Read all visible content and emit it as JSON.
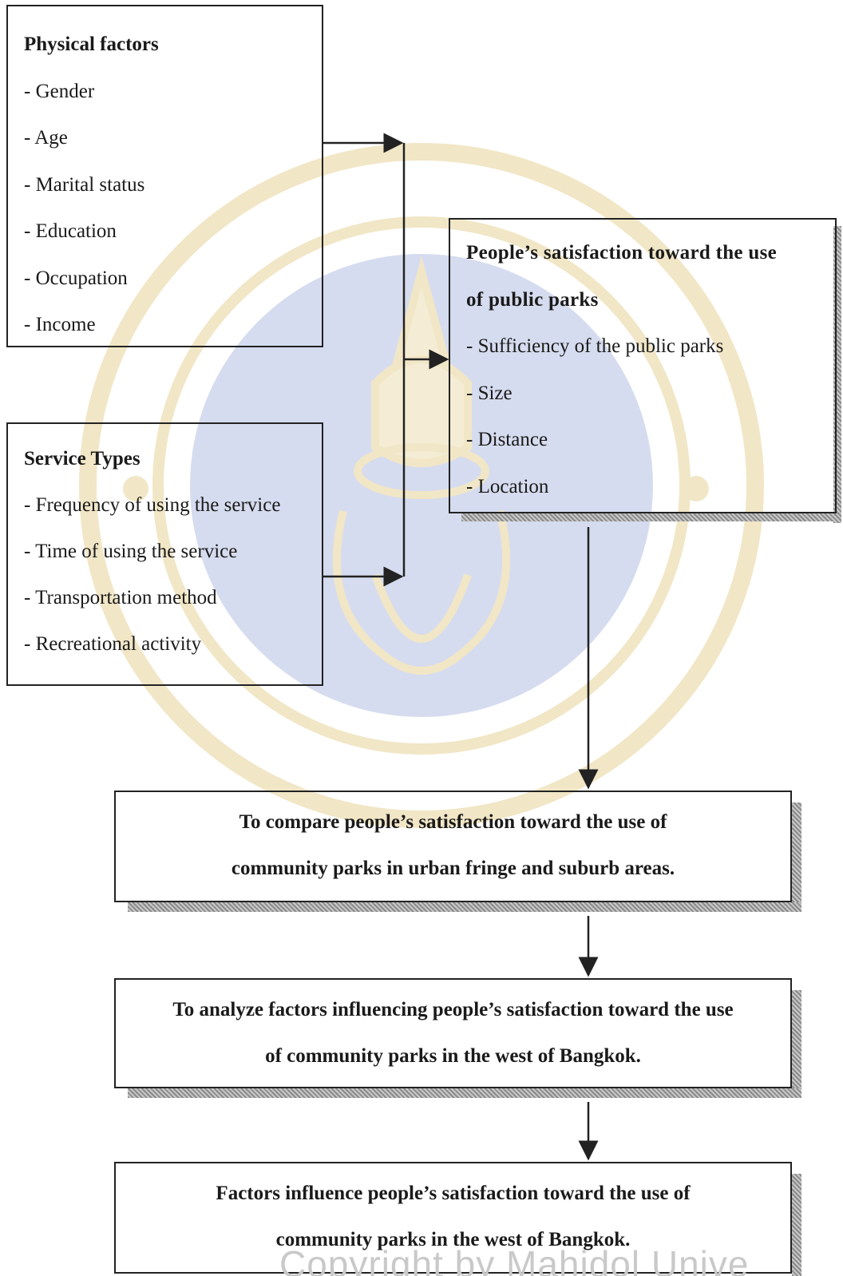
{
  "physical": {
    "title": "Physical factors",
    "items": [
      "- Gender",
      "- Age",
      "- Marital status",
      "- Education",
      "- Occupation",
      "- Income"
    ]
  },
  "service": {
    "title": "Service Types",
    "items": [
      "- Frequency of using the service",
      "- Time of using the service",
      "- Transportation method",
      "- Recreational activity"
    ]
  },
  "satisfaction": {
    "title_line1": "People’s satisfaction toward the use",
    "title_line2": "of public parks",
    "items": [
      "- Sufficiency of the public parks",
      "- Size",
      "- Distance",
      "- Location"
    ]
  },
  "objectives": [
    {
      "line1": "To compare people’s satisfaction toward the use of",
      "line2": "community parks  in urban fringe and suburb areas."
    },
    {
      "line1": "To analyze factors influencing people’s satisfaction toward the use",
      "line2": "of community parks in the west of Bangkok."
    },
    {
      "line1": "Factors influence people’s satisfaction toward the use of",
      "line2": "community parks in the west of Bangkok."
    }
  ],
  "watermark": {
    "copyright": "Copyright by Mahidol Unive"
  },
  "colors": {
    "seal_blue": "#cfd6ec",
    "seal_gold": "#f1e6c6",
    "line": "#222222"
  }
}
